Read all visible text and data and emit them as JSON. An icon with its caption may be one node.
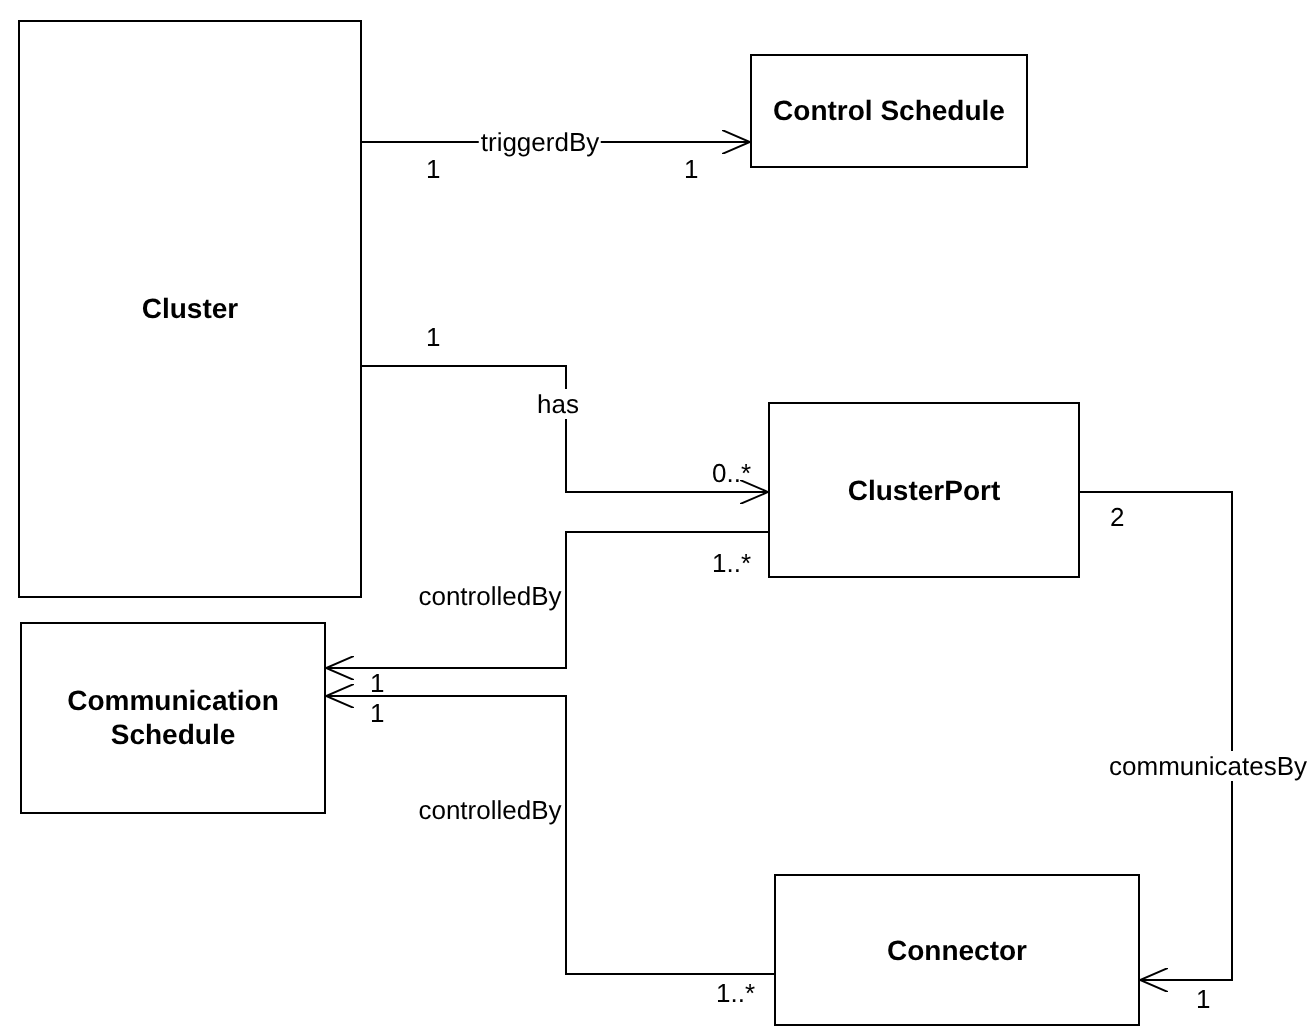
{
  "diagram": {
    "nodes": [
      {
        "text": [
          "Cluster"
        ]
      },
      {
        "text": [
          "Control Schedule"
        ]
      },
      {
        "text": [
          "ClusterPort"
        ]
      },
      {
        "text": [
          "Communication Schedule"
        ]
      },
      {
        "text": [
          "Connector"
        ]
      }
    ],
    "edges": [
      {
        "from": 0,
        "to": 1,
        "arrow": "to",
        "label": "triggerdBy"
      },
      {
        "from": 0,
        "to": 2,
        "arrow": "to",
        "label": "has"
      },
      {
        "from": 2,
        "to": 3,
        "arrow": "to",
        "label": "controlledBy"
      },
      {
        "from": 4,
        "to": 3,
        "arrow": "to",
        "label": "controlledBy"
      },
      {
        "from": 2,
        "to": 4,
        "arrow": "to",
        "label": "communicatesBy"
      }
    ],
    "labels": [
      "1",
      "1",
      "1",
      "0..*",
      "1..*",
      "1",
      "1",
      "1..*",
      "2",
      "1"
    ]
  }
}
